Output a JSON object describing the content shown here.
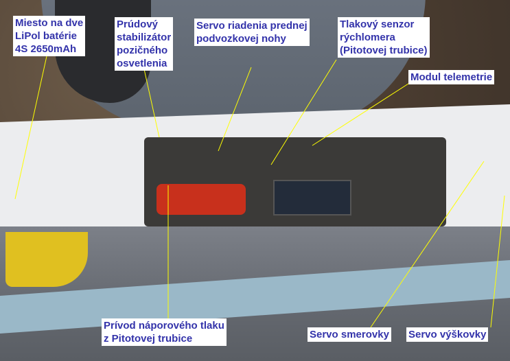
{
  "labels": {
    "battery": [
      "Miesto na dve",
      "LiPol batérie",
      "4S 2650mAh"
    ],
    "stabilizer": [
      "Prúdový",
      "stabilizátor",
      "pozičného",
      "osvetlenia"
    ],
    "nose_gear_servo": [
      "Servo riadenia prednej",
      "podvozkovej nohy"
    ],
    "pressure_sensor": [
      "Tlakový senzor",
      "rýchlomera",
      "(Pitotovej trubice)"
    ],
    "telemetry": [
      "Modul telemetrie"
    ],
    "pitot_feed": [
      "Prívod náporového tlaku",
      "z Pitotovej trubice"
    ],
    "rudder_servo": [
      "Servo smerovky"
    ],
    "elevator_servo": [
      "Servo výškovky"
    ]
  },
  "colors": {
    "label_text": "#3333aa",
    "leader_line": "#ffff00"
  }
}
